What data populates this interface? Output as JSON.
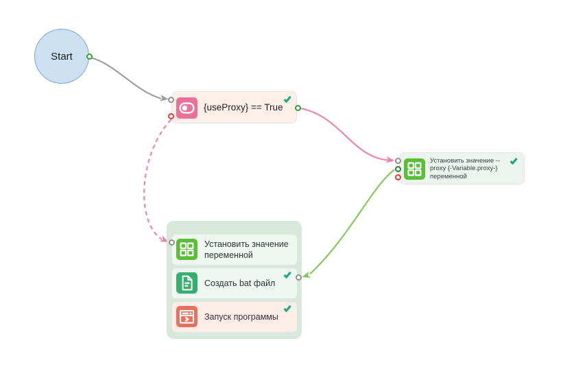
{
  "app": {
    "kind": "visual workflow editor canvas",
    "background": "#ffffff"
  },
  "colors": {
    "canvas_bg": "#ffffff",
    "start_fill": "#cde0f2",
    "start_border": "#7ba6ce",
    "condition_node_bg": "#fdf0e9",
    "action_node_bg": "#edf4ef",
    "group_bg": "#d8e9dc",
    "group_card_bg": "#f0f7f2",
    "group_card_error_bg": "#fdede8",
    "icon_pink": "#ec6f97",
    "icon_green": "#5cbd3a",
    "icon_emerald": "#38ae6e",
    "icon_salmon": "#e8705c",
    "icon_glyph": "#ffffff",
    "checkmark": "#1ca87e",
    "edge_gray": "#9b9b9b",
    "edge_pink": "#f17ea5",
    "edge_green": "#7ec851",
    "port_gray": "#8f8f8f",
    "port_green": "#35a035",
    "port_dark_green": "#2a7d2e",
    "port_red": "#e63a2e"
  },
  "nodes": {
    "start": {
      "label": "Start",
      "shape": "circle"
    },
    "condition": {
      "label": "{useProxy} == True",
      "icon": "toggle-icon",
      "status": "success"
    },
    "set_proxy": {
      "label": "Установить значение --\nproxy {-Variable.proxy-}\nпеременной",
      "icon": "grid-icon",
      "status": "success"
    }
  },
  "group": {
    "items": [
      {
        "label": "Установить значение\nпеременной",
        "icon": "grid-icon",
        "status": ""
      },
      {
        "label": "Создать bat файл",
        "icon": "document-icon",
        "status": "success"
      },
      {
        "label": "Запуск программы",
        "icon": "window-run-icon",
        "status": "success"
      }
    ]
  },
  "edges": [
    {
      "from": "start-output-port",
      "to": "condition-input-port",
      "color": "#9b9b9b",
      "style": "solid"
    },
    {
      "from": "condition-success-port",
      "to": "set-proxy-input-port",
      "color": "#f287ab",
      "style": "solid"
    },
    {
      "from": "condition-fail-port",
      "to": "group-setvar-input-port",
      "color": "#f287ab",
      "style": "dashed"
    },
    {
      "from": "set-proxy-success-port",
      "to": "group-makebat-port",
      "color": "#7ec851",
      "style": "solid"
    }
  ]
}
